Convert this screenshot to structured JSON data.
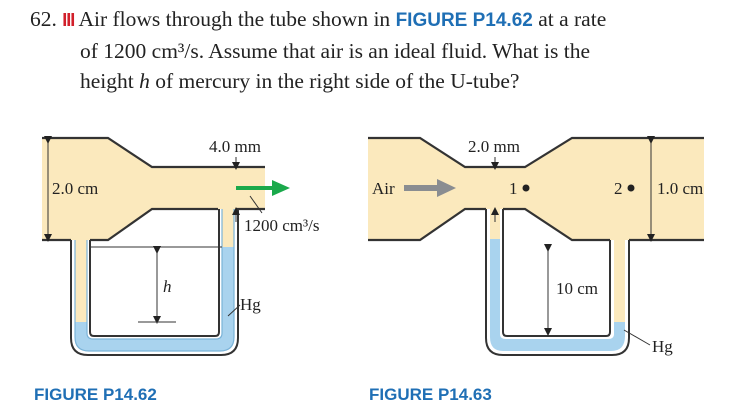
{
  "problem": {
    "number": "62.",
    "difficulty": "III",
    "line1_pre": "Air flows through the tube shown in",
    "figure_ref": "FIGURE P14.62",
    "line1_post": "at a rate",
    "line2": "of 1200 cm³/s. Assume that air is an ideal fluid. What is the",
    "line3_pre": "height",
    "line3_var": "h",
    "line3_post": "of mercury in the right side of the U-tube?"
  },
  "figure1": {
    "caption": "FIGURE P14.62",
    "label_width": "4.0 mm",
    "label_height": "2.0 cm",
    "label_flow": "1200 cm³/s",
    "label_h": "h",
    "label_hg": "Hg"
  },
  "figure2": {
    "caption": "FIGURE P14.63",
    "label_width": "2.0 mm",
    "label_air": "Air",
    "point1": "1",
    "point2": "2",
    "label_height": "1.0 cm",
    "label_depth": "10 cm",
    "label_hg": "Hg"
  },
  "colors": {
    "air": "#fbe9bd",
    "mercury": "#a9d3ee",
    "arrow_green": "#1aa94b",
    "caption_blue": "#1f6fb5",
    "difficulty_red": "#d11f2a"
  }
}
